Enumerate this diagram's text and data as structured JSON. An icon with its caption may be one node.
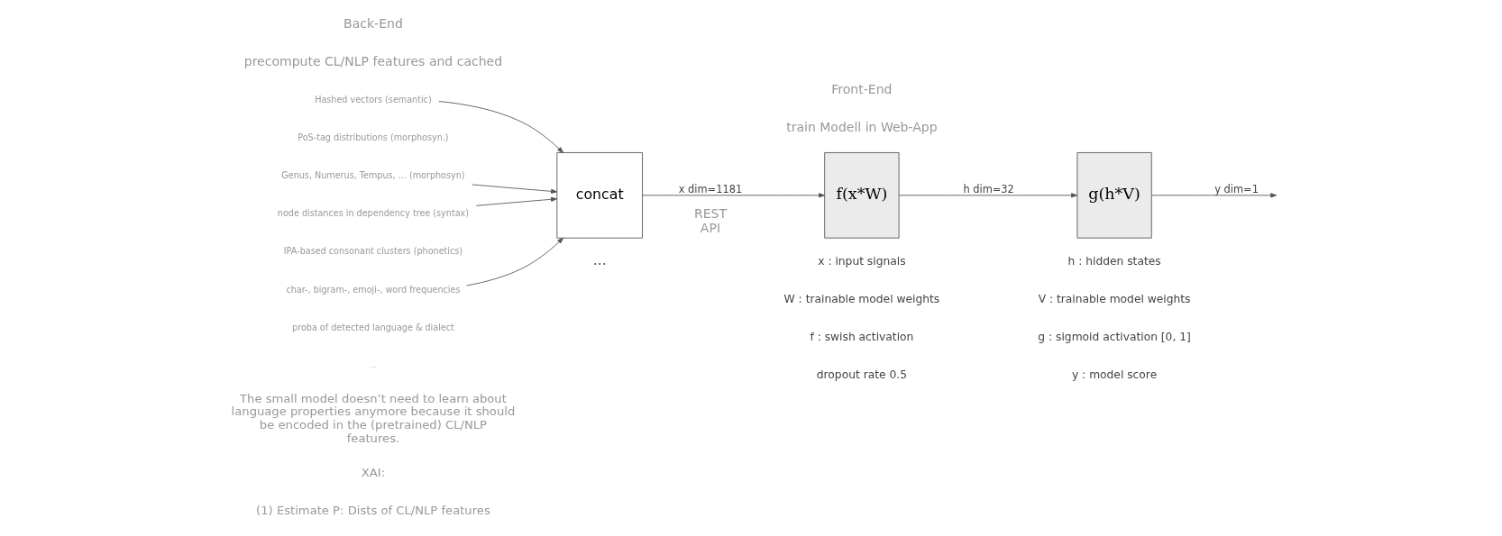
{
  "diagram": {
    "nodes": [
      {
        "text": [
          "Hashed vectors (semantic)"
        ]
      },
      {
        "text": [
          "Genus, Numerus, Tempus, ... (morphosyn)"
        ]
      },
      {
        "text": [
          "node distances in dependency tree (syntax)"
        ]
      },
      {
        "text": [
          "char-, bigram-, emoji-, word frequencies"
        ]
      },
      {
        "text": [
          "concat"
        ]
      },
      {
        "text": [
          "f(x*W)"
        ]
      },
      {
        "text": [
          "g(h*V)"
        ]
      }
    ],
    "edges": [
      {
        "from": 0,
        "to": 4,
        "arrow": "to"
      },
      {
        "from": 1,
        "to": 4,
        "arrow": "to"
      },
      {
        "from": 2,
        "to": 4,
        "arrow": "to"
      },
      {
        "from": 3,
        "to": 4,
        "arrow": "to"
      },
      {
        "from": 4,
        "to": 5,
        "arrow": "to",
        "label": "x dim=1181"
      },
      {
        "from": 5,
        "to": 6,
        "arrow": "to",
        "label": "h dim=32"
      },
      {
        "from": 6,
        "to": null,
        "arrow": "to",
        "label": "y dim=1"
      }
    ],
    "labels": [
      "Back-End",
      "precompute CL/NLP features and cached",
      "REST API",
      "Front-End",
      "train Modell in Web-App",
      "PoS-tag distributions (morphosyn.)",
      "IPA-based consonant clusters (phonetics)",
      "proba of detected language & dialect",
      "...",
      "...",
      "The small model doesn’t need to learn about language properties anymore because it should be encoded in the (pretrained) CL/NLP features.",
      "XAI:",
      "(1) Estimate P: Dists of CL/NLP features",
      "x : input signals",
      "W : trainable model weights",
      "f : swish activation",
      "dropout rate 0.5",
      "h : hidden states",
      "V : trainable model weights",
      "g : sigmoid activation [0, 1]",
      "y : model score"
    ]
  }
}
